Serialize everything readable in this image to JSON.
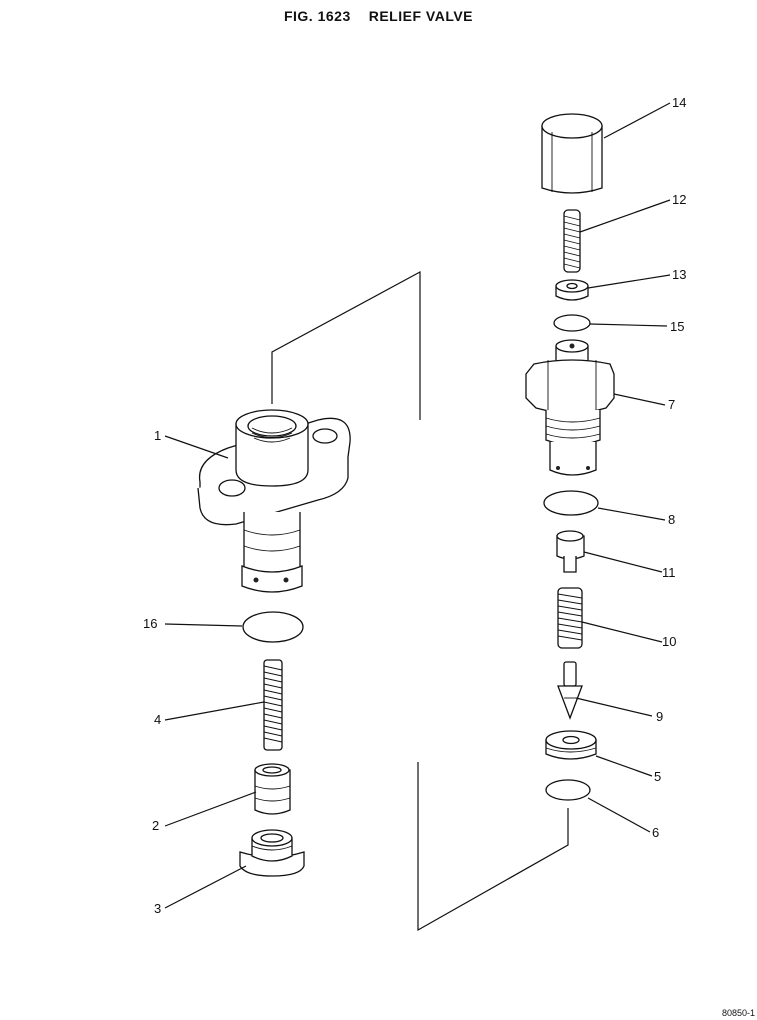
{
  "figure": {
    "number": "FIG. 1623",
    "title": "RELIEF VALVE"
  },
  "callouts": [
    "1",
    "2",
    "3",
    "4",
    "5",
    "6",
    "7",
    "8",
    "9",
    "10",
    "11",
    "12",
    "13",
    "14",
    "15",
    "16"
  ],
  "page_ref": "80850-1"
}
